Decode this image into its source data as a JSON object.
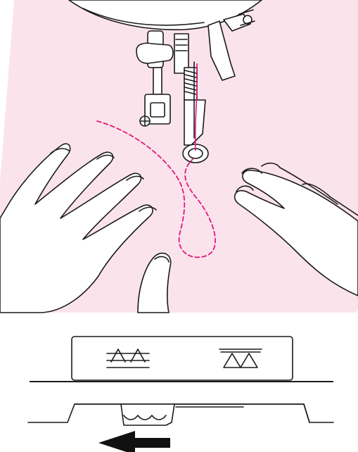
{
  "illustration": {
    "panel_color": "#fbe3ec",
    "thread_color": "#e0197a",
    "ink_color": "#1a1a1a",
    "icons": [
      "sewing-machine-head",
      "presser-foot",
      "left-hand",
      "right-hand",
      "free-motion-stitch-path"
    ]
  },
  "feed_dog_diagram": {
    "symbols": [
      "feed-dogs-up-icon",
      "feed-dogs-down-icon"
    ],
    "lever_direction": "left",
    "arrow_color": "#111111"
  }
}
